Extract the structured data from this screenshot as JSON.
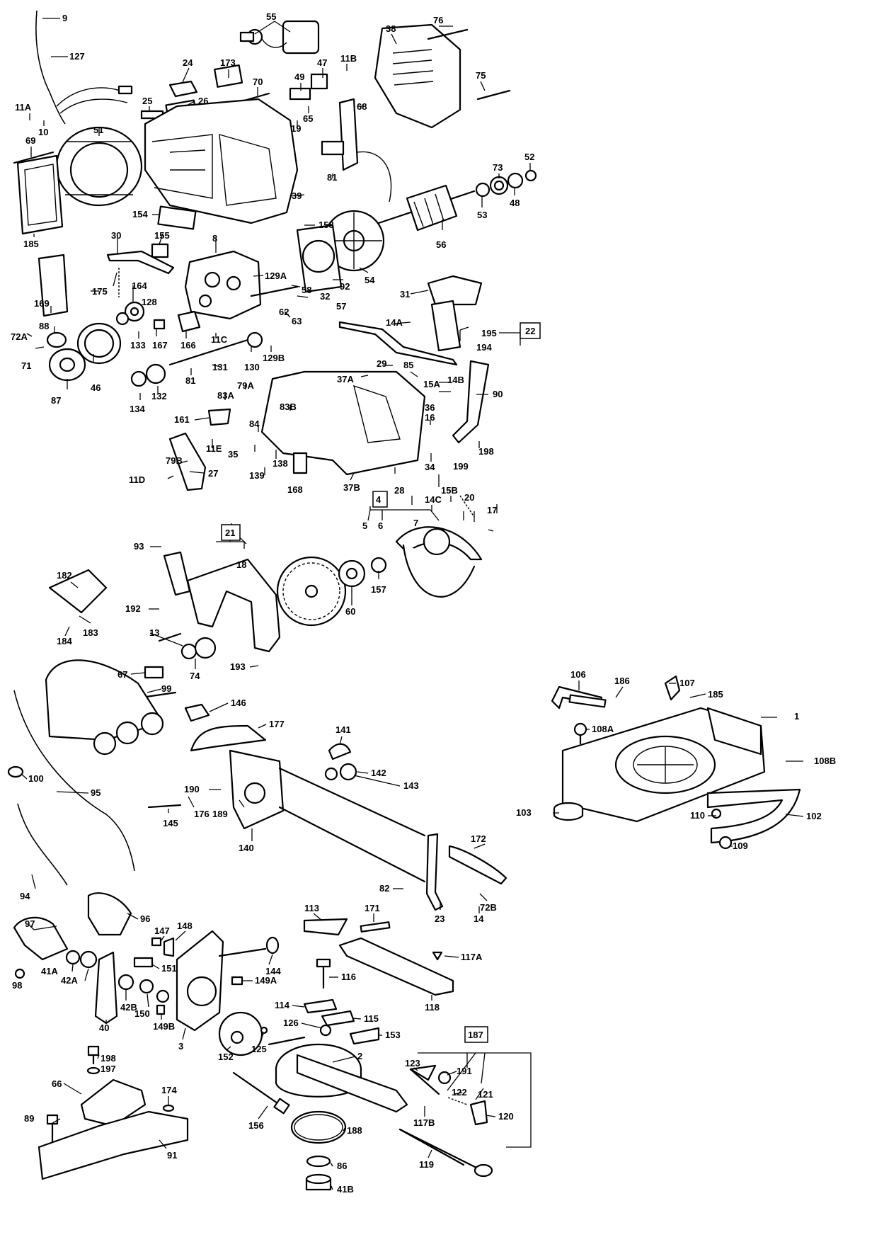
{
  "callouts": [
    "9",
    "127",
    "55",
    "76",
    "38",
    "24",
    "173",
    "47",
    "11B",
    "70",
    "49",
    "75",
    "11A",
    "10",
    "25",
    "26",
    "65",
    "68",
    "19",
    "51",
    "69",
    "52",
    "73",
    "39",
    "81",
    "48",
    "53",
    "154",
    "158",
    "185",
    "155",
    "30",
    "8",
    "56",
    "54",
    "92",
    "129A",
    "58",
    "32",
    "31",
    "175",
    "164",
    "57",
    "62",
    "169",
    "128",
    "14A",
    "195",
    "22",
    "194",
    "63",
    "72A",
    "88",
    "133",
    "167",
    "166",
    "11C",
    "130",
    "129B",
    "71",
    "46",
    "29",
    "87",
    "81",
    "131",
    "85",
    "37A",
    "14B",
    "15A",
    "90",
    "134",
    "132",
    "79A",
    "83A",
    "36",
    "83B",
    "161",
    "16",
    "84",
    "11E",
    "35",
    "138",
    "79B",
    "34",
    "199",
    "198",
    "11D",
    "27",
    "139",
    "168",
    "37B",
    "28",
    "15B",
    "4",
    "14C",
    "20",
    "5",
    "6",
    "7",
    "17",
    "93",
    "21",
    "18",
    "182",
    "157",
    "60",
    "192",
    "13",
    "183",
    "184",
    "67",
    "74",
    "193",
    "106",
    "107",
    "186",
    "185",
    "99",
    "146",
    "1",
    "108A",
    "177",
    "141",
    "108B",
    "100",
    "142",
    "143",
    "95",
    "190",
    "176",
    "189",
    "103",
    "110",
    "102",
    "145",
    "109",
    "140",
    "172",
    "94",
    "82",
    "72B",
    "96",
    "23",
    "14",
    "97",
    "113",
    "171",
    "147",
    "148",
    "117A",
    "41A",
    "144",
    "98",
    "42A",
    "151",
    "116",
    "149A",
    "42B",
    "150",
    "118",
    "40",
    "149B",
    "114",
    "115",
    "126",
    "153",
    "3",
    "125",
    "187",
    "152",
    "2",
    "123",
    "191",
    "198",
    "197",
    "121",
    "66",
    "174",
    "122",
    "120",
    "89",
    "156",
    "117B",
    "91",
    "188",
    "119",
    "86",
    "41B"
  ]
}
